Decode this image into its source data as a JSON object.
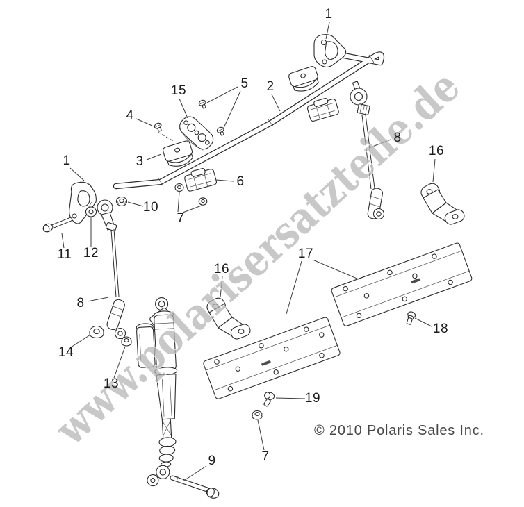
{
  "page": {
    "watermark": "www.polarisersatzteile.de",
    "copyright": "© 2010 Polaris Sales Inc."
  },
  "callouts": [
    {
      "label": "1"
    },
    {
      "label": "1"
    },
    {
      "label": "2"
    },
    {
      "label": "3"
    },
    {
      "label": "4"
    },
    {
      "label": "5"
    },
    {
      "label": "15"
    },
    {
      "label": "6"
    },
    {
      "label": "7"
    },
    {
      "label": "10"
    },
    {
      "label": "11"
    },
    {
      "label": "12"
    },
    {
      "label": "8"
    },
    {
      "label": "14"
    },
    {
      "label": "13"
    },
    {
      "label": "8"
    },
    {
      "label": "16"
    },
    {
      "label": "16"
    },
    {
      "label": "17"
    },
    {
      "label": "18"
    },
    {
      "label": "19"
    },
    {
      "label": "7"
    },
    {
      "label": "9"
    }
  ]
}
